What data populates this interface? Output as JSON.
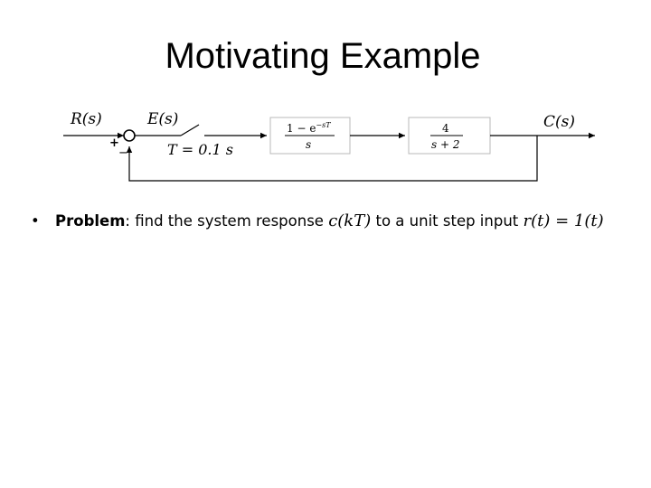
{
  "slide": {
    "title": "Motivating Example"
  },
  "diagram": {
    "input_label": "R(s)",
    "error_label": "E(s)",
    "output_label": "C(s)",
    "summing_plus": "+",
    "summing_minus": "−",
    "sampling_period": "T = 0.1 s",
    "zoh_block": {
      "numerator": "1 − e",
      "numerator_exponent": "−sT",
      "denominator": "s"
    },
    "plant_block": {
      "numerator": "4",
      "denominator": "s + 2"
    }
  },
  "bullet": {
    "marker": "•",
    "bold_term": "Problem",
    "text_before": ": find the system response ",
    "response_expr": "c(kT)",
    "text_middle": " to a unit step input ",
    "input_expr": "r(t) = 1(t)"
  },
  "colors": {
    "line": "#000000",
    "block_border": "#b8b8b8",
    "block_fill": "#ffffff",
    "text": "#000000"
  }
}
